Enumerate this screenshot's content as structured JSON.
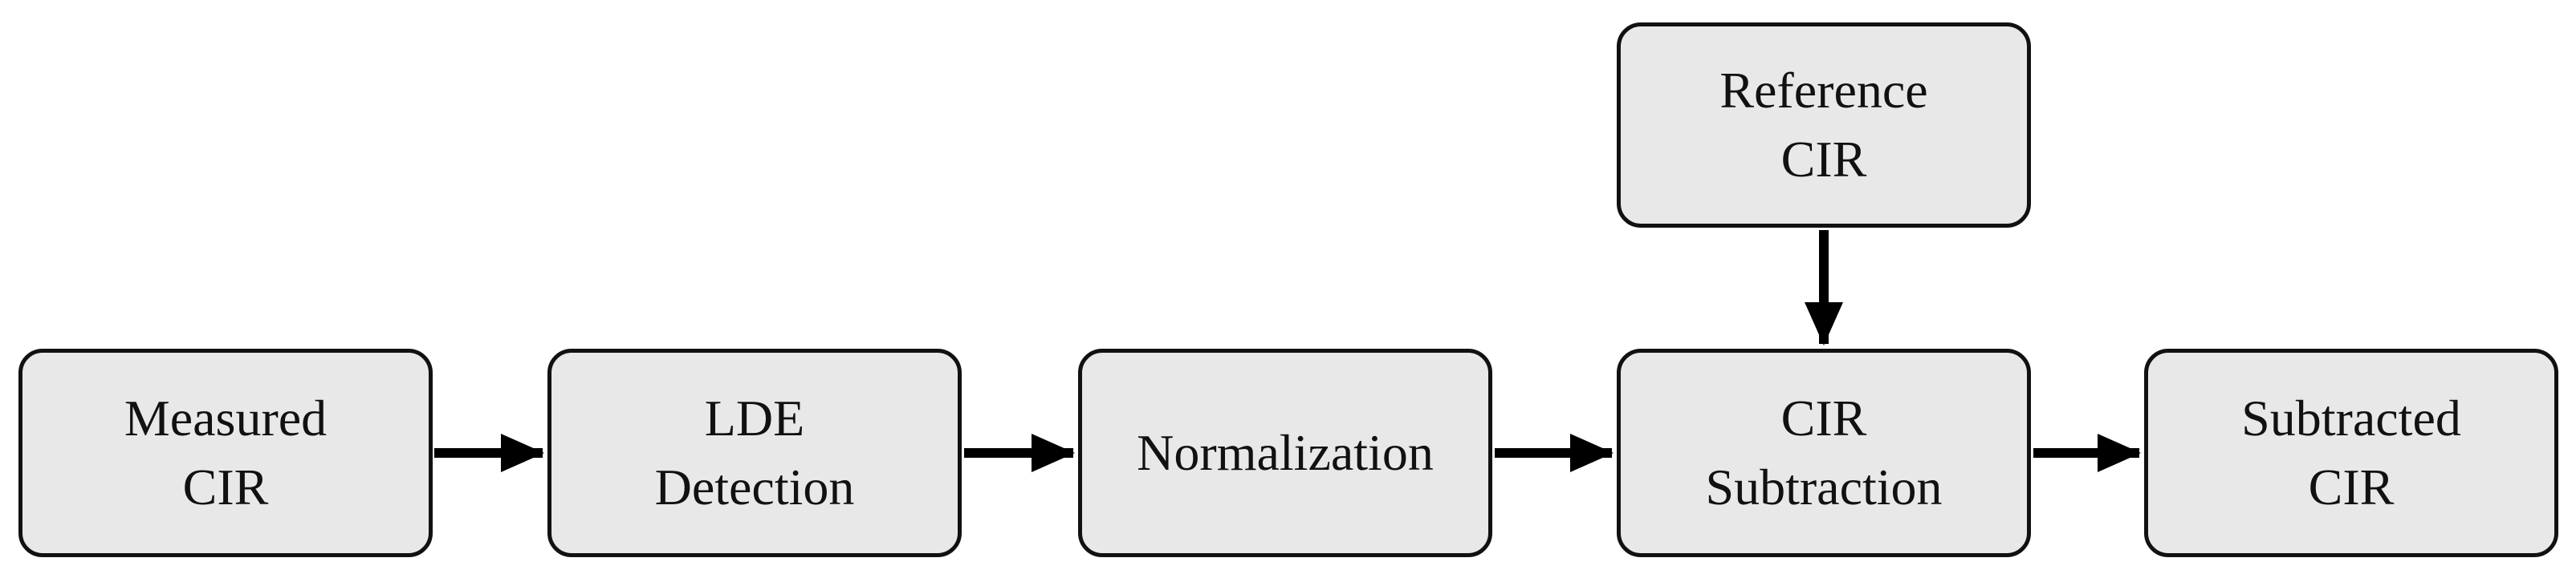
{
  "diagram": {
    "type": "flowchart",
    "background_color": "#ffffff",
    "node_fill_color": "#e8e8e8",
    "node_border_color": "#111111",
    "arrow_color": "#000000",
    "nodes": [
      {
        "id": "measured-cir",
        "label": "Measured\nCIR"
      },
      {
        "id": "lde-detection",
        "label": "LDE\nDetection"
      },
      {
        "id": "normalization",
        "label": "Normalization"
      },
      {
        "id": "cir-subtraction",
        "label": "CIR\nSubtraction"
      },
      {
        "id": "subtracted-cir",
        "label": "Subtracted\nCIR"
      },
      {
        "id": "reference-cir",
        "label": "Reference\nCIR"
      }
    ],
    "edges": [
      {
        "from": "measured-cir",
        "to": "lde-detection",
        "direction": "right"
      },
      {
        "from": "lde-detection",
        "to": "normalization",
        "direction": "right"
      },
      {
        "from": "normalization",
        "to": "cir-subtraction",
        "direction": "right"
      },
      {
        "from": "reference-cir",
        "to": "cir-subtraction",
        "direction": "down"
      },
      {
        "from": "cir-subtraction",
        "to": "subtracted-cir",
        "direction": "right"
      }
    ]
  }
}
